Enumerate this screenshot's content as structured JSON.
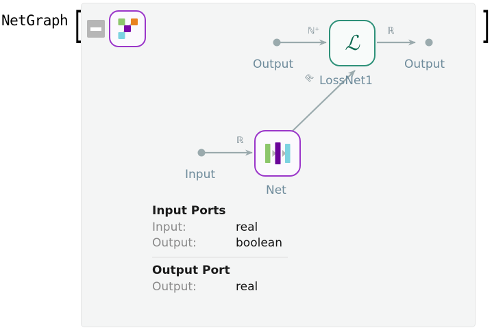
{
  "expression": {
    "head": "NetGraph",
    "bracket_open": "[",
    "bracket_close": "]"
  },
  "controls": {
    "collapse_label": "−",
    "collapse_name": "minus-icon",
    "thumbnail_name": "netgraph-icon"
  },
  "graph": {
    "nodes": [
      {
        "id": "lossnet1",
        "label": "LossNet1",
        "glyph": "ℒ",
        "accent": "#2e9179"
      },
      {
        "id": "net",
        "label": "Net",
        "glyph": "netchain-icon",
        "accent": "#9a35c9"
      }
    ],
    "port_labels": {
      "output_left": "Output",
      "output_right": "Output",
      "input": "Input"
    },
    "edge_types": {
      "lossnet_in": "ℕ⁺",
      "lossnet_out": "ℝ",
      "net_in": "ℝ",
      "net_to_lossnet": "ℝ"
    }
  },
  "ports": {
    "input_heading": "Input Ports",
    "input_rows": [
      {
        "name": "Input:",
        "type": "real"
      },
      {
        "name": "Output:",
        "type": "boolean"
      }
    ],
    "output_heading": "Output Port",
    "output_rows": [
      {
        "name": "Output:",
        "type": "real"
      }
    ]
  },
  "colors": {
    "panel_bg": "#f4f5f5",
    "node_purple": "#9a35c9",
    "node_teal": "#2e9179",
    "label_blue": "#6e8b9b",
    "edge_gray": "#9aaaad"
  }
}
